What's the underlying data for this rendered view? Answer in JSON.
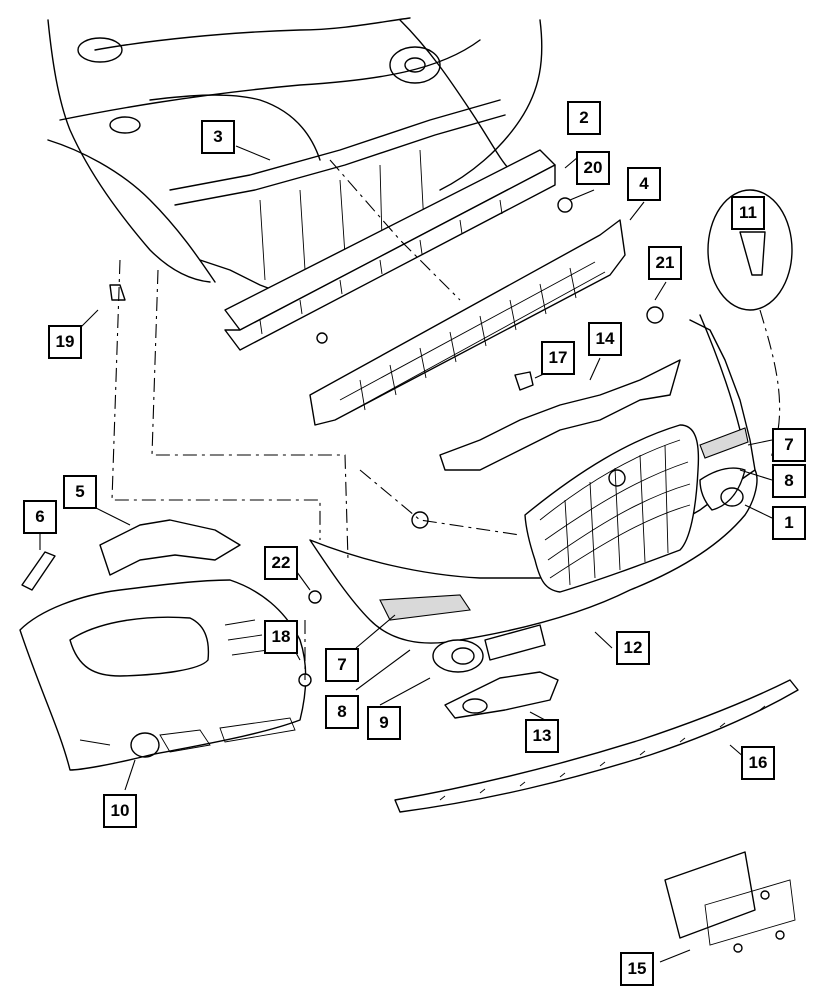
{
  "callouts": [
    {
      "id": "c1",
      "label": "1"
    },
    {
      "id": "c2",
      "label": "2"
    },
    {
      "id": "c3",
      "label": "3"
    },
    {
      "id": "c4",
      "label": "4"
    },
    {
      "id": "c5",
      "label": "5"
    },
    {
      "id": "c6",
      "label": "6"
    },
    {
      "id": "c7a",
      "label": "7"
    },
    {
      "id": "c7b",
      "label": "7"
    },
    {
      "id": "c8a",
      "label": "8"
    },
    {
      "id": "c8b",
      "label": "8"
    },
    {
      "id": "c9",
      "label": "9"
    },
    {
      "id": "c10",
      "label": "10"
    },
    {
      "id": "c11",
      "label": "11"
    },
    {
      "id": "c12",
      "label": "12"
    },
    {
      "id": "c13",
      "label": "13"
    },
    {
      "id": "c14",
      "label": "14"
    },
    {
      "id": "c15",
      "label": "15"
    },
    {
      "id": "c16",
      "label": "16"
    },
    {
      "id": "c17",
      "label": "17"
    },
    {
      "id": "c18",
      "label": "18"
    },
    {
      "id": "c19",
      "label": "19"
    },
    {
      "id": "c20",
      "label": "20"
    },
    {
      "id": "c21",
      "label": "21"
    },
    {
      "id": "c22",
      "label": "22"
    }
  ]
}
